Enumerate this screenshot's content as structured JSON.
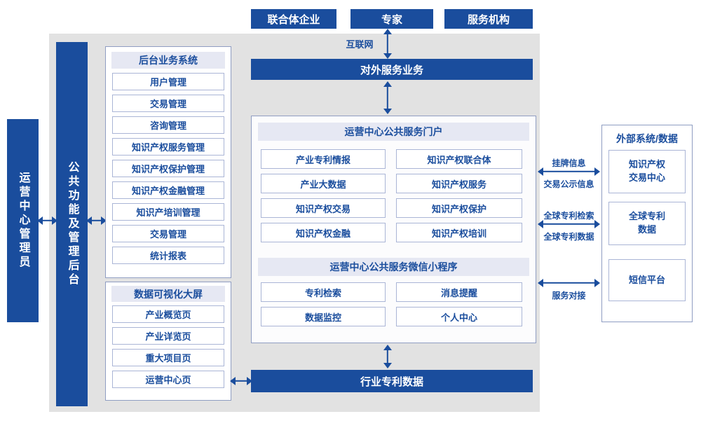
{
  "colors": {
    "primary_blue": "#1a4d9d",
    "panel_gray": "#e2e2e2",
    "header_lavender": "#e6e8f3"
  },
  "top_nodes": [
    {
      "label": "联合体企业"
    },
    {
      "label": "专家"
    },
    {
      "label": "服务机构"
    }
  ],
  "internet_label": "互联网",
  "external_service_bar": {
    "label": "对外服务业务"
  },
  "left_rail": {
    "admin": "运营中心管理员",
    "backend": "公共功能及管理后台"
  },
  "backend_system": {
    "title": "后台业务系统",
    "items": [
      "用户管理",
      "交易管理",
      "咨询管理",
      "知识产权服务管理",
      "知识产权保护管理",
      "知识产权金融管理",
      "知识产培训管理",
      "交易管理",
      "统计报表"
    ]
  },
  "data_screen": {
    "title": "数据可视化大屏",
    "items": [
      "产业概览页",
      "产业详览页",
      "重大项目页",
      "运营中心页"
    ]
  },
  "portal": {
    "title": "运营中心公共服务门户",
    "left_items": [
      "产业专利情报",
      "产业大数据",
      "知识产权交易",
      "知识产权金融"
    ],
    "right_items": [
      "知识产权联合体",
      "知识产权服务",
      "知识产权保护",
      "知识产权培训"
    ]
  },
  "mini_program": {
    "title": "运营中心公共服务微信小程序",
    "left_items": [
      "专利检索",
      "数据监控"
    ],
    "right_items": [
      "消息提醒",
      "个人中心"
    ]
  },
  "industry_data_bar": {
    "label": "行业专利数据"
  },
  "external_systems": {
    "title": "外部系统/数据",
    "items": [
      "知识产权\n交易中心",
      "全球专利\n数据",
      "短信平台"
    ]
  },
  "link_labels": {
    "listing_info": "挂牌信息",
    "trade_publicity": "交易公示信息",
    "global_patent_search": "全球专利检索",
    "global_patent_data": "全球专利数据",
    "service_connect": "服务对接"
  }
}
